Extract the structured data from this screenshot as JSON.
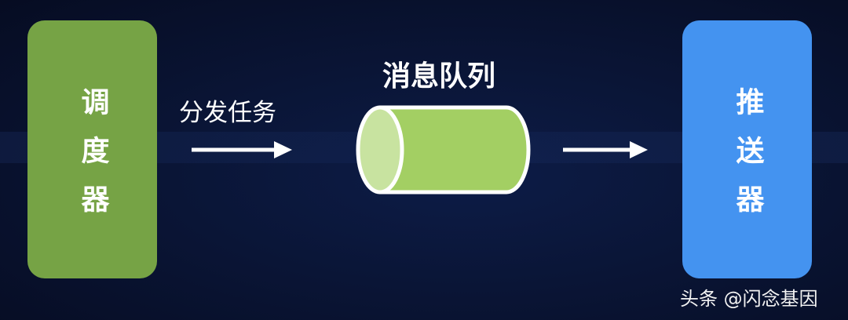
{
  "diagram": {
    "nodes": {
      "scheduler": {
        "label": "调度器",
        "color": "#76a345"
      },
      "queue": {
        "label": "消息队列",
        "color": "#a3cf63"
      },
      "pusher": {
        "label": "推送器",
        "color": "#4493f0"
      }
    },
    "edges": [
      {
        "from": "scheduler",
        "to": "queue",
        "label": "分发任务"
      },
      {
        "from": "queue",
        "to": "pusher",
        "label": ""
      }
    ]
  },
  "watermark": "头条 @闪念基因"
}
